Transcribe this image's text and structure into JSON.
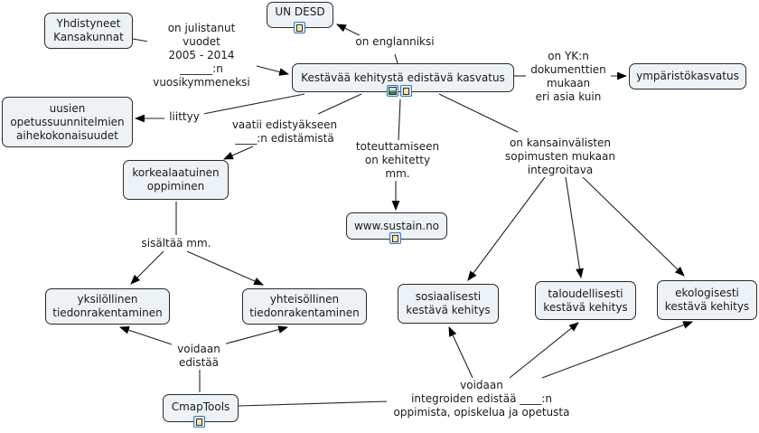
{
  "concepts": {
    "un": "Yhdistyneet\nKansakunnat",
    "desd": "UN DESD",
    "main": "Kestävää kehitystä edistävä kasvatus",
    "ymp": "ympäristökasvatus",
    "uusien": "uusien\nopetussuunnitelmien\naihekokonaisuudet",
    "korkea": "korkealaatuinen\noppiminen",
    "sustain": "www.sustain.no",
    "yksi": "yksilöllinen\ntiedonrakentaminen",
    "yhteis": "yhteisöllinen\ntiedonrakentaminen",
    "sos": "sosiaalisesti\nkestävä kehitys",
    "tal": "taloudellisesti\nkestävä kehitys",
    "eko": "ekologisesti\nkestävä kehitys",
    "cmap": "CmapTools"
  },
  "links": {
    "julistanut": "on julistanut\nvuodet\n2005 - 2014\n______:n\nvuosikymmeneksi",
    "englanniksi": "on englanniksi",
    "ykn": "on YK:n\ndokumenttien\nmukaan\neri asia kuin",
    "liittyy": "liittyy",
    "vaatii": "vaatii edistyäkseen\n____:n edistämistä",
    "toteuttamiseen": "toteuttamiseen\non kehitetty\nmm.",
    "kansainvalisten": "on kansainvälisten\nsopimusten mukaan\nintegroitava",
    "sisaltaa": "sisältää mm.",
    "voidaan_edistaa": "voidaan\nedistää",
    "integroiden": "voidaan\nintegroiden edistää ____:n\noppimista, opiskelua  ja opetusta"
  },
  "resource_icons": {
    "desd": [
      "document-icon"
    ],
    "main": [
      "image-icon",
      "document-icon"
    ],
    "sustain": [
      "document-icon"
    ],
    "cmap": [
      "document-icon"
    ]
  }
}
